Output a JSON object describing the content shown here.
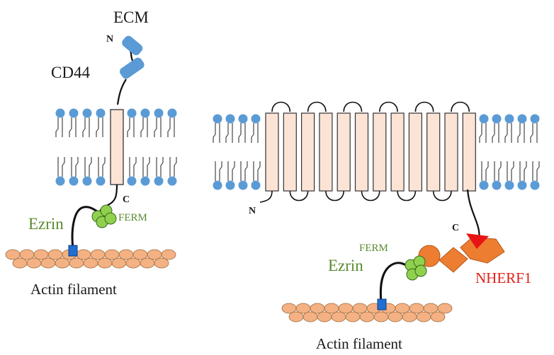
{
  "left_panel": {
    "ecm_label": "ECM",
    "n_terminus": "N",
    "cd44_label": "CD44",
    "c_terminus": "C",
    "ezrin_label": "Ezrin",
    "ferm_label": "FERM",
    "actin_label": "Actin filament"
  },
  "right_panel": {
    "n_terminus": "N",
    "c_terminus": "C",
    "ferm_label": "FERM",
    "ezrin_label": "Ezrin",
    "nherf1_label": "NHERF1",
    "actin_label": "Actin filament"
  },
  "colors": {
    "lipid_head": "#5b9bd5",
    "membrane_protein": "#fbe3d6",
    "cd44_ecto": "#5b9bd5",
    "ezrin_ferm": "#8fd14f",
    "actin": "#f4b183",
    "nherf1": "#ed7d31",
    "anchor": "#1f6fd1",
    "arrow": "#e81414"
  }
}
